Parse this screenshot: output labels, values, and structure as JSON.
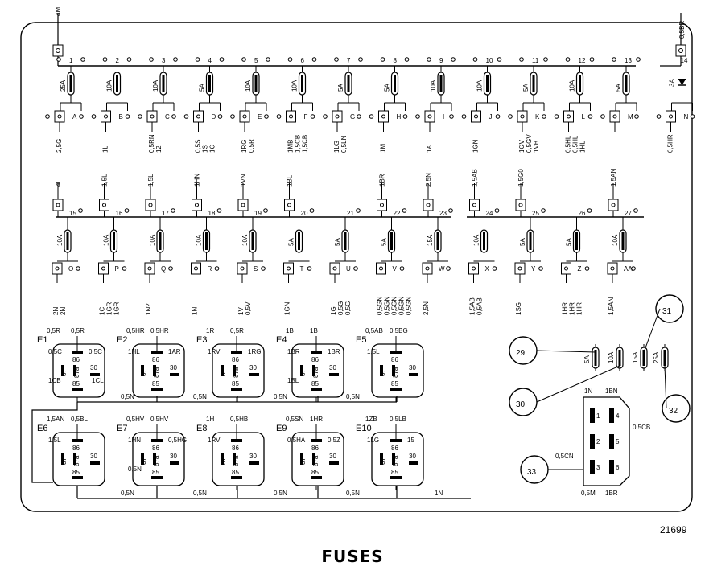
{
  "caption": "FUSES",
  "figure_number": "21699",
  "top_left_wire": "4M",
  "top_right_wire": "0,5BR",
  "fuses_row1": [
    {
      "n": "1",
      "amp": "25A",
      "con": "A",
      "wires": [
        "2,5G"
      ]
    },
    {
      "n": "2",
      "amp": "10A",
      "con": "B",
      "wires": [
        "1L"
      ]
    },
    {
      "n": "3",
      "amp": "10A",
      "con": "C",
      "wires": [
        "0,5RN",
        "1Z"
      ]
    },
    {
      "n": "4",
      "amp": "5A",
      "con": "D",
      "wires": [
        "0,5S",
        "1S",
        "1C"
      ]
    },
    {
      "n": "5",
      "amp": "10A",
      "con": "E",
      "wires": [
        "1RG",
        "0,5R"
      ]
    },
    {
      "n": "6",
      "amp": "10A",
      "con": "F",
      "wires": [
        "1MB",
        "1,5CB",
        "1,5CB"
      ]
    },
    {
      "n": "7",
      "amp": "5A",
      "con": "G",
      "wires": [
        "1LG",
        "0,5LN"
      ]
    },
    {
      "n": "8",
      "amp": "5A",
      "con": "H",
      "wires": [
        "1M"
      ]
    },
    {
      "n": "9",
      "amp": "10A",
      "con": "I",
      "wires": [
        "1A"
      ]
    },
    {
      "n": "10",
      "amp": "10A",
      "con": "J",
      "wires": [
        "1GN"
      ]
    },
    {
      "n": "11",
      "amp": "5A",
      "con": "K",
      "wires": [
        "1GV",
        "0,5GV",
        "1VB"
      ]
    },
    {
      "n": "12",
      "amp": "10A",
      "con": "L",
      "wires": [
        "0,5HL",
        "0,5HL",
        "1HL"
      ]
    },
    {
      "n": "13",
      "amp": "5A",
      "con": "M",
      "wires": []
    },
    {
      "n": "14",
      "amp": "3A",
      "con": "N",
      "wires": [
        "0,5HR"
      ]
    }
  ],
  "fuses_row2": [
    {
      "n": "15",
      "amp": "10A",
      "con": "O",
      "top": "4L",
      "wires": [
        "2N",
        "2N"
      ]
    },
    {
      "n": "16",
      "amp": "10A",
      "con": "P",
      "top": "1,5L",
      "wires": [
        "1C",
        "1GR",
        "1GR"
      ]
    },
    {
      "n": "17",
      "amp": "10A",
      "con": "Q",
      "top": "1,5L",
      "wires": [
        "1N2"
      ]
    },
    {
      "n": "18",
      "amp": "10A",
      "con": "R",
      "top": "1HN",
      "wires": [
        "1N"
      ]
    },
    {
      "n": "19",
      "amp": "10A",
      "con": "S",
      "top": "1VN",
      "wires": [
        "1V",
        "0,5V"
      ]
    },
    {
      "n": "20",
      "amp": "5A",
      "con": "T",
      "top": "1BL",
      "wires": [
        "1GN"
      ]
    },
    {
      "n": "21",
      "amp": "5A",
      "con": "U",
      "top": "",
      "wires": [
        "1G",
        "0,5G",
        "0,5G"
      ]
    },
    {
      "n": "22",
      "amp": "5A",
      "con": "V",
      "top": "1BR",
      "wires": [
        "0,5GN",
        "0,5GN",
        "0,5GN",
        "0,5GN",
        "0,5GN"
      ]
    },
    {
      "n": "23",
      "amp": "15A",
      "con": "W",
      "top": "2,5N",
      "wires": [
        "2,5N"
      ]
    },
    {
      "n": "24",
      "amp": "10A",
      "con": "X",
      "top": "1,5AB",
      "wires": [
        "1,5AB",
        "0,5AB"
      ]
    },
    {
      "n": "25",
      "amp": "5A",
      "con": "Y",
      "top": "1,5G0",
      "wires": [
        "1SG"
      ]
    },
    {
      "n": "26",
      "amp": "5A",
      "con": "Z",
      "top": "",
      "wires": [
        "1HR",
        "1HR",
        "1HR"
      ]
    },
    {
      "n": "27",
      "amp": "10A",
      "con": "AA",
      "top": "1,5AN",
      "wires": [
        "1,5AN"
      ]
    }
  ],
  "relays": [
    {
      "id": "E1",
      "labels": [
        "0,5R",
        "0,5R",
        "0,5C",
        "0,5C",
        "1CB",
        "1CL"
      ]
    },
    {
      "id": "E2",
      "labels": [
        "0,5HR",
        "0,5HR",
        "1HL",
        "1AR"
      ]
    },
    {
      "id": "E3",
      "labels": [
        "1R",
        "0,5R",
        "1RV",
        "1RG"
      ]
    },
    {
      "id": "E4",
      "labels": [
        "1B",
        "1B",
        "1BR",
        "1BR",
        "1BL"
      ]
    },
    {
      "id": "E5",
      "labels": [
        "0,5AB",
        "0,5BG",
        "1,5L"
      ]
    },
    {
      "id": "E6",
      "labels": [
        "1,5AN",
        "0,5BL",
        "1,5L"
      ]
    },
    {
      "id": "E7",
      "labels": [
        "0,5HV",
        "0,5HV",
        "1HN",
        "0,5HG",
        "0,5N"
      ]
    },
    {
      "id": "E8",
      "labels": [
        "1H",
        "0,5HB",
        "1RV"
      ]
    },
    {
      "id": "E9",
      "labels": [
        "0,5SN",
        "1HR",
        "0,5HA",
        "0,5Z"
      ]
    },
    {
      "id": "E10",
      "labels": [
        "1ZB",
        "0,5LB",
        "1LG",
        "15"
      ]
    }
  ],
  "pin_labels": [
    "86",
    "87",
    "87a",
    "30",
    "85"
  ],
  "ground_labels": [
    "0,5N",
    "0,5N",
    "0,5N",
    "0,5N",
    "0,5N",
    "0,5N",
    "0,5N",
    "0,5N",
    "1N"
  ],
  "spare_fuses": [
    {
      "callout": "29",
      "amp": "5A"
    },
    {
      "callout": "30",
      "amp": "10A"
    },
    {
      "callout": "31",
      "amp": "15A"
    },
    {
      "callout": "32",
      "amp": "25A"
    }
  ],
  "connector": {
    "callout": "33",
    "top": [
      "1N",
      "1BN"
    ],
    "bottom": [
      "0,5M",
      "1BR"
    ],
    "right": "0,5CB",
    "left": "0,5CN",
    "pins": [
      "1",
      "2",
      "3",
      "4",
      "5",
      "6"
    ]
  }
}
